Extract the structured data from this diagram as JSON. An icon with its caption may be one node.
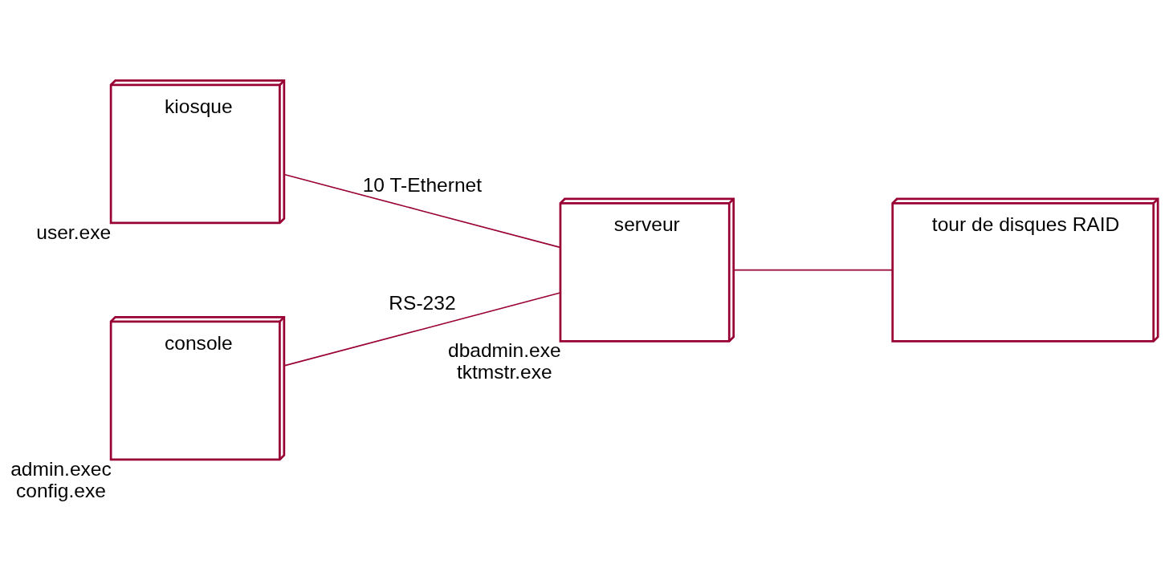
{
  "diagram": {
    "nodes": [
      {
        "text": [
          "kiosque"
        ],
        "beside": [
          "user.exe"
        ]
      },
      {
        "text": [
          "console"
        ],
        "beside": [
          "admin.exec",
          "config.exe"
        ]
      },
      {
        "text": [
          "serveur"
        ],
        "beside": [
          "dbadmin.exe",
          "tktmstr.exe"
        ]
      },
      {
        "text": [
          "tour de disques RAID"
        ]
      }
    ],
    "edges": [
      {
        "from": 0,
        "to": 2,
        "arrow": "none",
        "label": "10 T-Ethernet"
      },
      {
        "from": 1,
        "to": 2,
        "arrow": "none",
        "label": "RS-232"
      },
      {
        "from": 2,
        "to": 3,
        "arrow": "none"
      }
    ]
  }
}
